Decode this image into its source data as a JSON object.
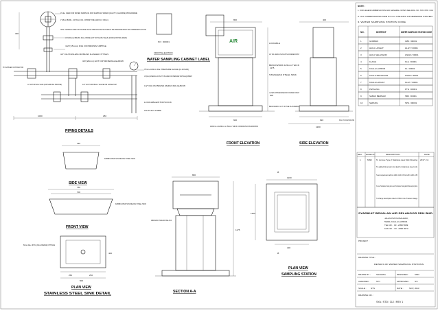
{
  "drawing_titles": {
    "piping_details": "PIPING DETAILS",
    "front_elevation_label": "FRONT ELEVATION",
    "cabinet_label": "WATER SAMPLING CABINET LABEL",
    "front_elevation": "FRONT ELEVATION",
    "side_elevation": "SIDE ELEVATION",
    "side_view": "SIDE VIEW",
    "front_view": "FRONT VIEW",
    "plan_view_sink": "PLAN VIEW",
    "sink_detail": "STAINLESS STEEL SINK DETAIL",
    "section": "SECTION A-A",
    "plan_view_station": "PLAN VIEW",
    "sampling_station": "SAMPLING STATION"
  },
  "label_text": {
    "logo": "AIR",
    "cabinet_no": "NO : 000001"
  },
  "piping_notes": [
    "15 dia. USED FOR WATER SAMPLING FOR SAMPLING WATER QUALITY (CHLORINE) PROGRAMME",
    "1\"(25mm) BORE - 1/2\"(15mm) DIA. COPPER TUBE (LENGTH = 300mm)",
    "NOTE : MATERIAL USED FOR \"DOUBLE VALVE\" TUBE MUST BE THE SAME AS THE PRESSURE BOOST OR COMPRESSION FITTING",
    "3/4\"(20mm) BRASS FULL BORE HOT DIP GATE VALVE (FOR EXISTING MAIN)",
    "1/2\"(15mm) DIA ON BRASS NIPPLE",
    "3/4\" DIA STAINLESS OR BRASS FLANGED FITTINGS",
    "3/4\"(20mm) HOT DIP MATERIAL ELBOW",
    "BY SUPPLIER/ CONTRACTOR",
    "75mm~100mm Dia. PRESSURE GAUGE (0~10 BAR)",
    "1/4\"(6mm) SPHERICAL OUTLET TO BE USED FOR PRESSURE TESTING EQUIPMENT",
    "1/2\" DIA ON BRASS REDUCING ELBOW",
    "1/2\" HOT DIP BALL VALVE (FOR SAMPLING PURPOSE)",
    "1/2\" HOT DIP BALL VALVE OR HOSE TAP",
    "LOCKABLE/STOPCOCK",
    "OUTLET PIPE"
  ],
  "elevation_notes": [
    "LOCKABLE",
    "1/2\" DIA. METAL PLATE WITH COVERED PAINT",
    "BRICKWORK 115mm THICK",
    "STAINLESS STEEL SINK",
    "1200mm x 1200mm x 150mm THICK CONCRETE FOUNDATION",
    "1 LAYERS OF BITUMEN BASED PAINT ON WATER CONTACT",
    "BRICKWORKS 1 FT ON THE PLASTERING",
    "50 DIA. UPVC OUTLET DRAIN PIPE"
  ],
  "sink_notes": [
    "FABRICATED STAINLESS STEEL SINK",
    "FABRICATED STAINLESS STEEL SINK",
    "50mm Dia. UPVC (25mm BRASS) FITTINGS"
  ],
  "section_notes": [
    "FABRICATED STAINLESS STEEL SINK"
  ],
  "dimensions": {
    "piping_w1": "1000",
    "piping_w2": "250",
    "piping_h": "300",
    "front_w": "800",
    "front_w2": "600",
    "front_h1": "1175",
    "front_h2": "300",
    "side_w": "400",
    "side_w2": "620",
    "side_w3": "1200",
    "side_view_w": "420",
    "front_view_w": "750",
    "front_view_w2": "700",
    "sink_w": "500",
    "sink_w2": "250",
    "sink_h": "400",
    "section_w": "800",
    "section_h": "1175",
    "station_w": "1200",
    "station_w2": "400",
    "station_h": "1200"
  },
  "notes_block": {
    "title": "NOTE :",
    "items": [
      "1. FOR LEGEND ABBREVIATION AND GENERAL NOTES SEE DRG. NO. STD /STD / 001",
      "2. ALL DIMENSIONS ARE IN mm UNLESS OTHERWISE STATED.",
      "3. WATER SAMPLING STATION CODE"
    ]
  },
  "district_table": {
    "headers": [
      "NO.",
      "DISTRICT",
      "WATER SAMPLING STATION CODE"
    ],
    "rows": [
      [
        "1",
        "GOMBAK",
        "GBK / 00001"
      ],
      [
        "2",
        "HULU LANGAT",
        "HLGT / 00001"
      ],
      [
        "3",
        "HULU SELANGOR",
        "HSGR / 00001"
      ],
      [
        "4",
        "KLANG",
        "KLG / 00001"
      ],
      [
        "5",
        "KUALA LUMPUR",
        "KL / 00001"
      ],
      [
        "6",
        "KUALA SELANGOR",
        "KSGR / 00001"
      ],
      [
        "7",
        "KUALA LANGAT",
        "KLGT / 00001"
      ],
      [
        "8",
        "PETALING",
        "PTG / 00001"
      ],
      [
        "9",
        "SABAK BERNAM",
        "SBK / 00001"
      ],
      [
        "10",
        "SEPANG",
        "SPG / 00001"
      ]
    ]
  },
  "revision_table": {
    "headers": [
      "REV.",
      "REVISED INT.",
      "DESCRIPTION",
      "DATE"
    ],
    "rows": [
      [
        "1",
        "MSD",
        "To remove Type 2 Stainless steel Sink Drawing",
        "2017 / 11"
      ],
      [
        "",
        "",
        "To added dimension for depth of stainless steel sink",
        ""
      ],
      [
        "",
        "",
        "To amend perimeter slab from 1200 x 1200 x 150 to 1200 x 1200 x 150",
        ""
      ],
      [
        "",
        "",
        "To remove \"Side Elevation\" drawing and to amend \"Front Elevation\" drawing detail for Water sampling Cabinet",
        ""
      ],
      [
        "",
        "",
        "To change description code for 150mm dia. Pressure Gauge",
        ""
      ]
    ]
  },
  "company": {
    "name": "SYARIKAT BEKALAN AIR SELANGOR SDN BHD",
    "address": [
      "JALAN PANTAI BAHARU,",
      "59200, KUALA LUMPUR.",
      "TEL NO. : 03 - 2095 5699",
      "FAX NO. : 03 - 2095 5073"
    ],
    "project_label": "PROJECT :"
  },
  "title_block": {
    "drawing_title_label": "DRAWING TITLE :",
    "drawing_title": "DETAILS OF WATER SAMPLING STATIONS",
    "drawn_by_label": "DRAWN BY :",
    "drawn_by": "SHAHRUL",
    "designed_label": "DESIGNED :",
    "designed": "MSD",
    "checked_label": "CHECKED :",
    "checked": "NTY",
    "approved_label": "APPROVED :",
    "approved": "GS",
    "scale_label": "SCALE :",
    "scale": "NTS",
    "date_label": "DATE :",
    "date": "NOV, 2013",
    "drawing_no_label": "DRAWING NO. :",
    "drawing_no": "SYA / STD / 312 / REV 1"
  },
  "section_marks": [
    "A",
    "A"
  ]
}
